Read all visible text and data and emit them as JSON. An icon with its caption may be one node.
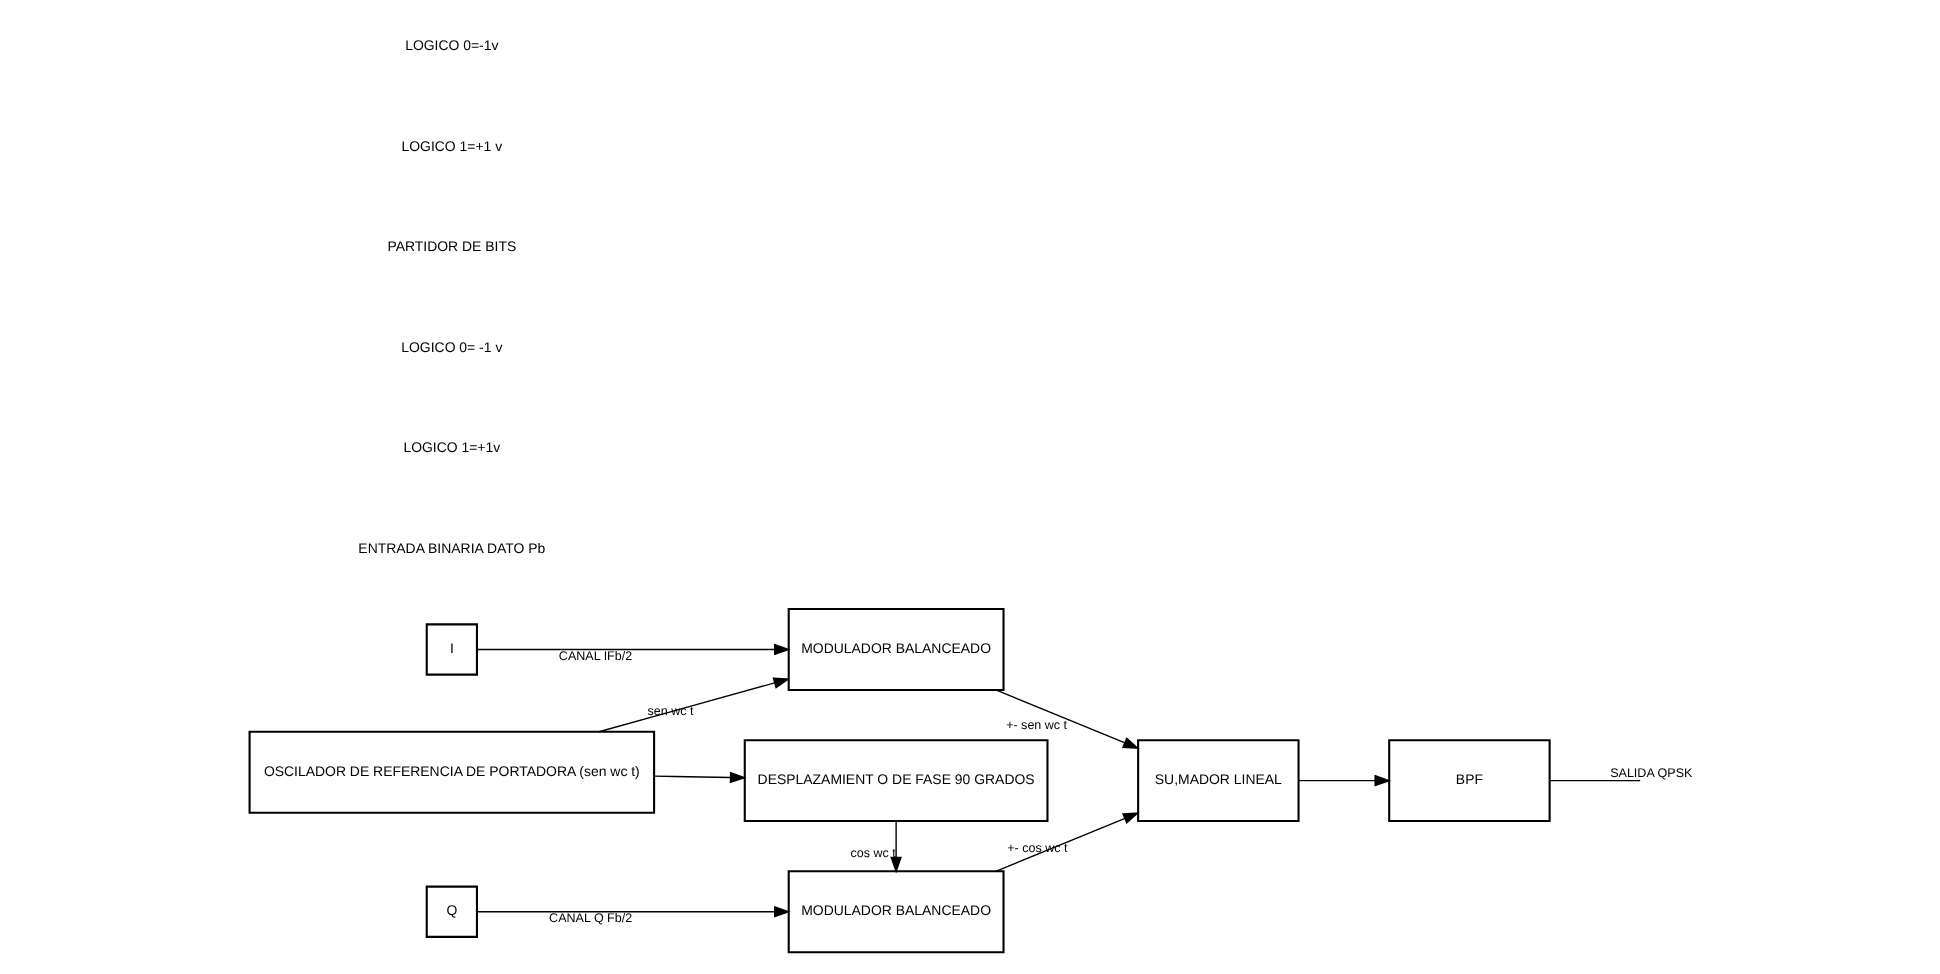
{
  "diagram": {
    "nodes": [
      {
        "text": [
          "Q"
        ]
      },
      {
        "text": [
          "I"
        ]
      },
      {
        "text": [
          "MODULADOR BALANCEADO"
        ]
      },
      {
        "text": [
          "OSCILADOR DE REFERENCIA DE PORTADORA (sen wc t)"
        ]
      },
      {
        "text": [
          "DESPLAZAMIENT O DE FASE 90 GRADOS"
        ]
      },
      {
        "text": [
          "MODULADOR BALANCEADO"
        ]
      },
      {
        "text": [
          "SU,MADOR LINEAL"
        ]
      },
      {
        "text": [
          "BPF"
        ]
      }
    ],
    "edges": [
      {
        "from": 1,
        "to": 2,
        "arrow": "to",
        "label": "CANAL IFb/2"
      },
      {
        "from": 3,
        "to": 2,
        "arrow": "to",
        "label": "sen wc t"
      },
      {
        "from": 3,
        "to": 4,
        "arrow": "to"
      },
      {
        "from": 4,
        "to": 5,
        "arrow": "to",
        "label": "cos wc t"
      },
      {
        "from": 0,
        "to": 5,
        "arrow": "to",
        "label": "CANAL Q Fb/2"
      },
      {
        "from": 2,
        "to": 6,
        "arrow": "to",
        "label": "+- sen wc t"
      },
      {
        "from": 5,
        "to": 6,
        "arrow": "to",
        "label": "+- cos wc t"
      },
      {
        "from": 6,
        "to": 7,
        "arrow": "to"
      },
      {
        "from": 7,
        "to": null,
        "arrow": "none",
        "label": "SALIDA QPSK"
      }
    ],
    "labels": [
      "ENTRADA BINARIA DATO Pb",
      "LOGICO 1=+1v",
      "LOGICO 0= -1 v",
      "PARTIDOR DE BITS",
      "LOGICO 1=+1 v",
      "LOGICO 0=-1v"
    ]
  }
}
